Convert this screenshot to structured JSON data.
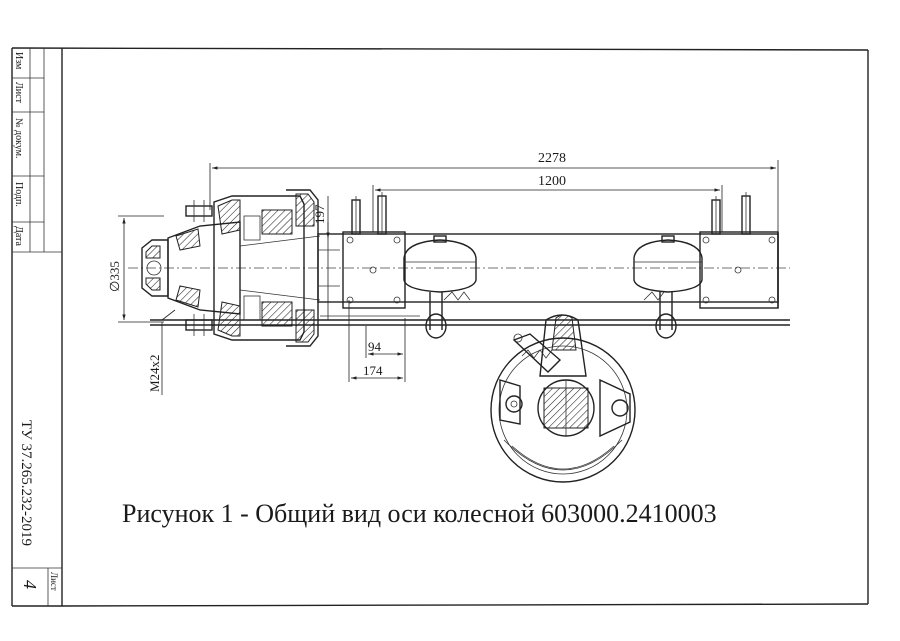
{
  "stamp": {
    "cols": [
      "Изм",
      "Лист",
      "№ докум.",
      "Подп.",
      "Дата"
    ],
    "doc_code": "ТУ 37.265.232-2019",
    "sheet_label": "Лист",
    "sheet_number": "4"
  },
  "dimensions": {
    "overall": "2278",
    "track": "1200",
    "hub_offset": "197",
    "diameter": "∅335",
    "thread": "М24х2",
    "d94": "94",
    "d174": "174"
  },
  "caption": "Рисунок 1 - Общий вид оси колесной 603000.2410003"
}
